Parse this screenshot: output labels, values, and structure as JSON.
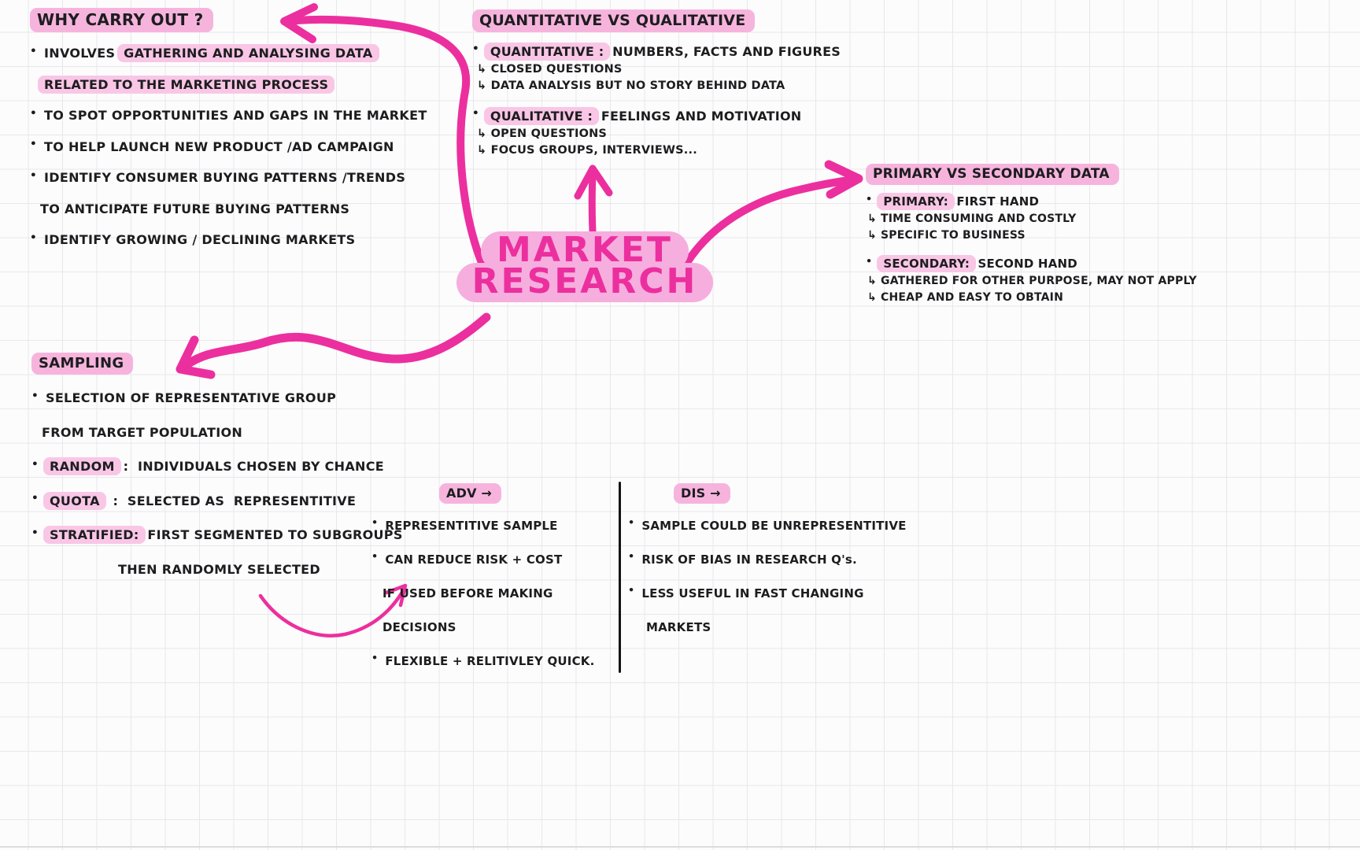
{
  "colors": {
    "accent_pink": "#ec2f9e",
    "highlight_pink": "#f9c6e6",
    "title_blob_pink": "#f6aede",
    "ink": "#1d1d1f",
    "grid_line": "#e8e8ea",
    "divider_black": "#141414"
  },
  "glyphs": {
    "bullet": "•"
  },
  "center_title": {
    "line1": "MARKET",
    "line2": "RESEARCH"
  },
  "sections": {
    "why": {
      "title": "WHY CARRY OUT ?",
      "lines": [
        {
          "pre": "INVOLVES ",
          "hl": "GATHERING AND ANALYSING DATA"
        },
        {
          "hl": "RELATED TO THE MARKETING PROCESS"
        },
        {
          "text": "TO SPOT OPPORTUNITIES AND GAPS IN THE MARKET"
        },
        {
          "text": "TO HELP LAUNCH NEW PRODUCT /AD CAMPAIGN"
        },
        {
          "text": "IDENTIFY CONSUMER BUYING PATTERNS /TRENDS"
        },
        {
          "text": "TO ANTICIPATE FUTURE BUYING PATTERNS"
        },
        {
          "text": "IDENTIFY GROWING / DECLINING MARKETS"
        }
      ]
    },
    "quant": {
      "title": "QUANTITATIVE VS QUALITATIVE",
      "lines": [
        {
          "hl": "QUANTITATIVE :",
          "rest": " NUMBERS, FACTS AND FIGURES"
        },
        {
          "text": "↳ CLOSED QUESTIONS"
        },
        {
          "text": "↳ DATA ANALYSIS BUT NO STORY BEHIND DATA"
        },
        {
          "hl": "QUALITATIVE :",
          "rest": " FEELINGS AND MOTIVATION"
        },
        {
          "text": "↳ OPEN QUESTIONS"
        },
        {
          "text": "↳ FOCUS GROUPS, INTERVIEWS..."
        }
      ]
    },
    "primary": {
      "title": "PRIMARY VS SECONDARY DATA",
      "lines": [
        {
          "hl": "PRIMARY:",
          "rest": " FIRST HAND"
        },
        {
          "text": "↳ TIME CONSUMING AND COSTLY"
        },
        {
          "text": "↳ SPECIFIC TO BUSINESS"
        },
        {
          "hl": "SECONDARY:",
          "rest": " SECOND HAND"
        },
        {
          "text": "↳ GATHERED FOR OTHER PURPOSE, MAY NOT APPLY"
        },
        {
          "text": "↳ CHEAP AND EASY TO OBTAIN"
        }
      ]
    },
    "sampling": {
      "title": "SAMPLING",
      "lines": [
        {
          "text": "SELECTION OF REPRESENTATIVE GROUP"
        },
        {
          "text": "FROM TARGET POPULATION"
        },
        {
          "hl": "RANDOM",
          "rest": " :  INDIVIDUALS CHOSEN BY CHANCE"
        },
        {
          "hl": "QUOTA",
          "rest": "  :  SELECTED AS  REPRESENTITIVE"
        },
        {
          "hl": "STRATIFIED:",
          "rest": " FIRST SEGMENTED TO SUBGROUPS"
        },
        {
          "text": "THEN RANDOMLY SELECTED"
        }
      ]
    },
    "adv": {
      "title": "ADV →",
      "lines": [
        {
          "text": "REPRESENTITIVE SAMPLE"
        },
        {
          "text": "CAN REDUCE RISK + COST"
        },
        {
          "text": "IF USED BEFORE MAKING"
        },
        {
          "text": "DECISIONS"
        },
        {
          "text": "FLEXIBLE + RELITIVLEY QUICK."
        }
      ]
    },
    "dis": {
      "title": "DIS →",
      "lines": [
        {
          "text": "SAMPLE COULD BE UNREPRESENTITIVE"
        },
        {
          "text": "RISK OF BIAS IN RESEARCH Q's."
        },
        {
          "text": "LESS USEFUL IN FAST CHANGING"
        },
        {
          "text": "MARKETS"
        }
      ]
    }
  },
  "connectors": [
    "center-to-why-carry-out",
    "center-to-quantitative-vs-qualitative",
    "center-to-primary-vs-secondary-data",
    "center-to-sampling",
    "sampling-to-adv-list"
  ]
}
